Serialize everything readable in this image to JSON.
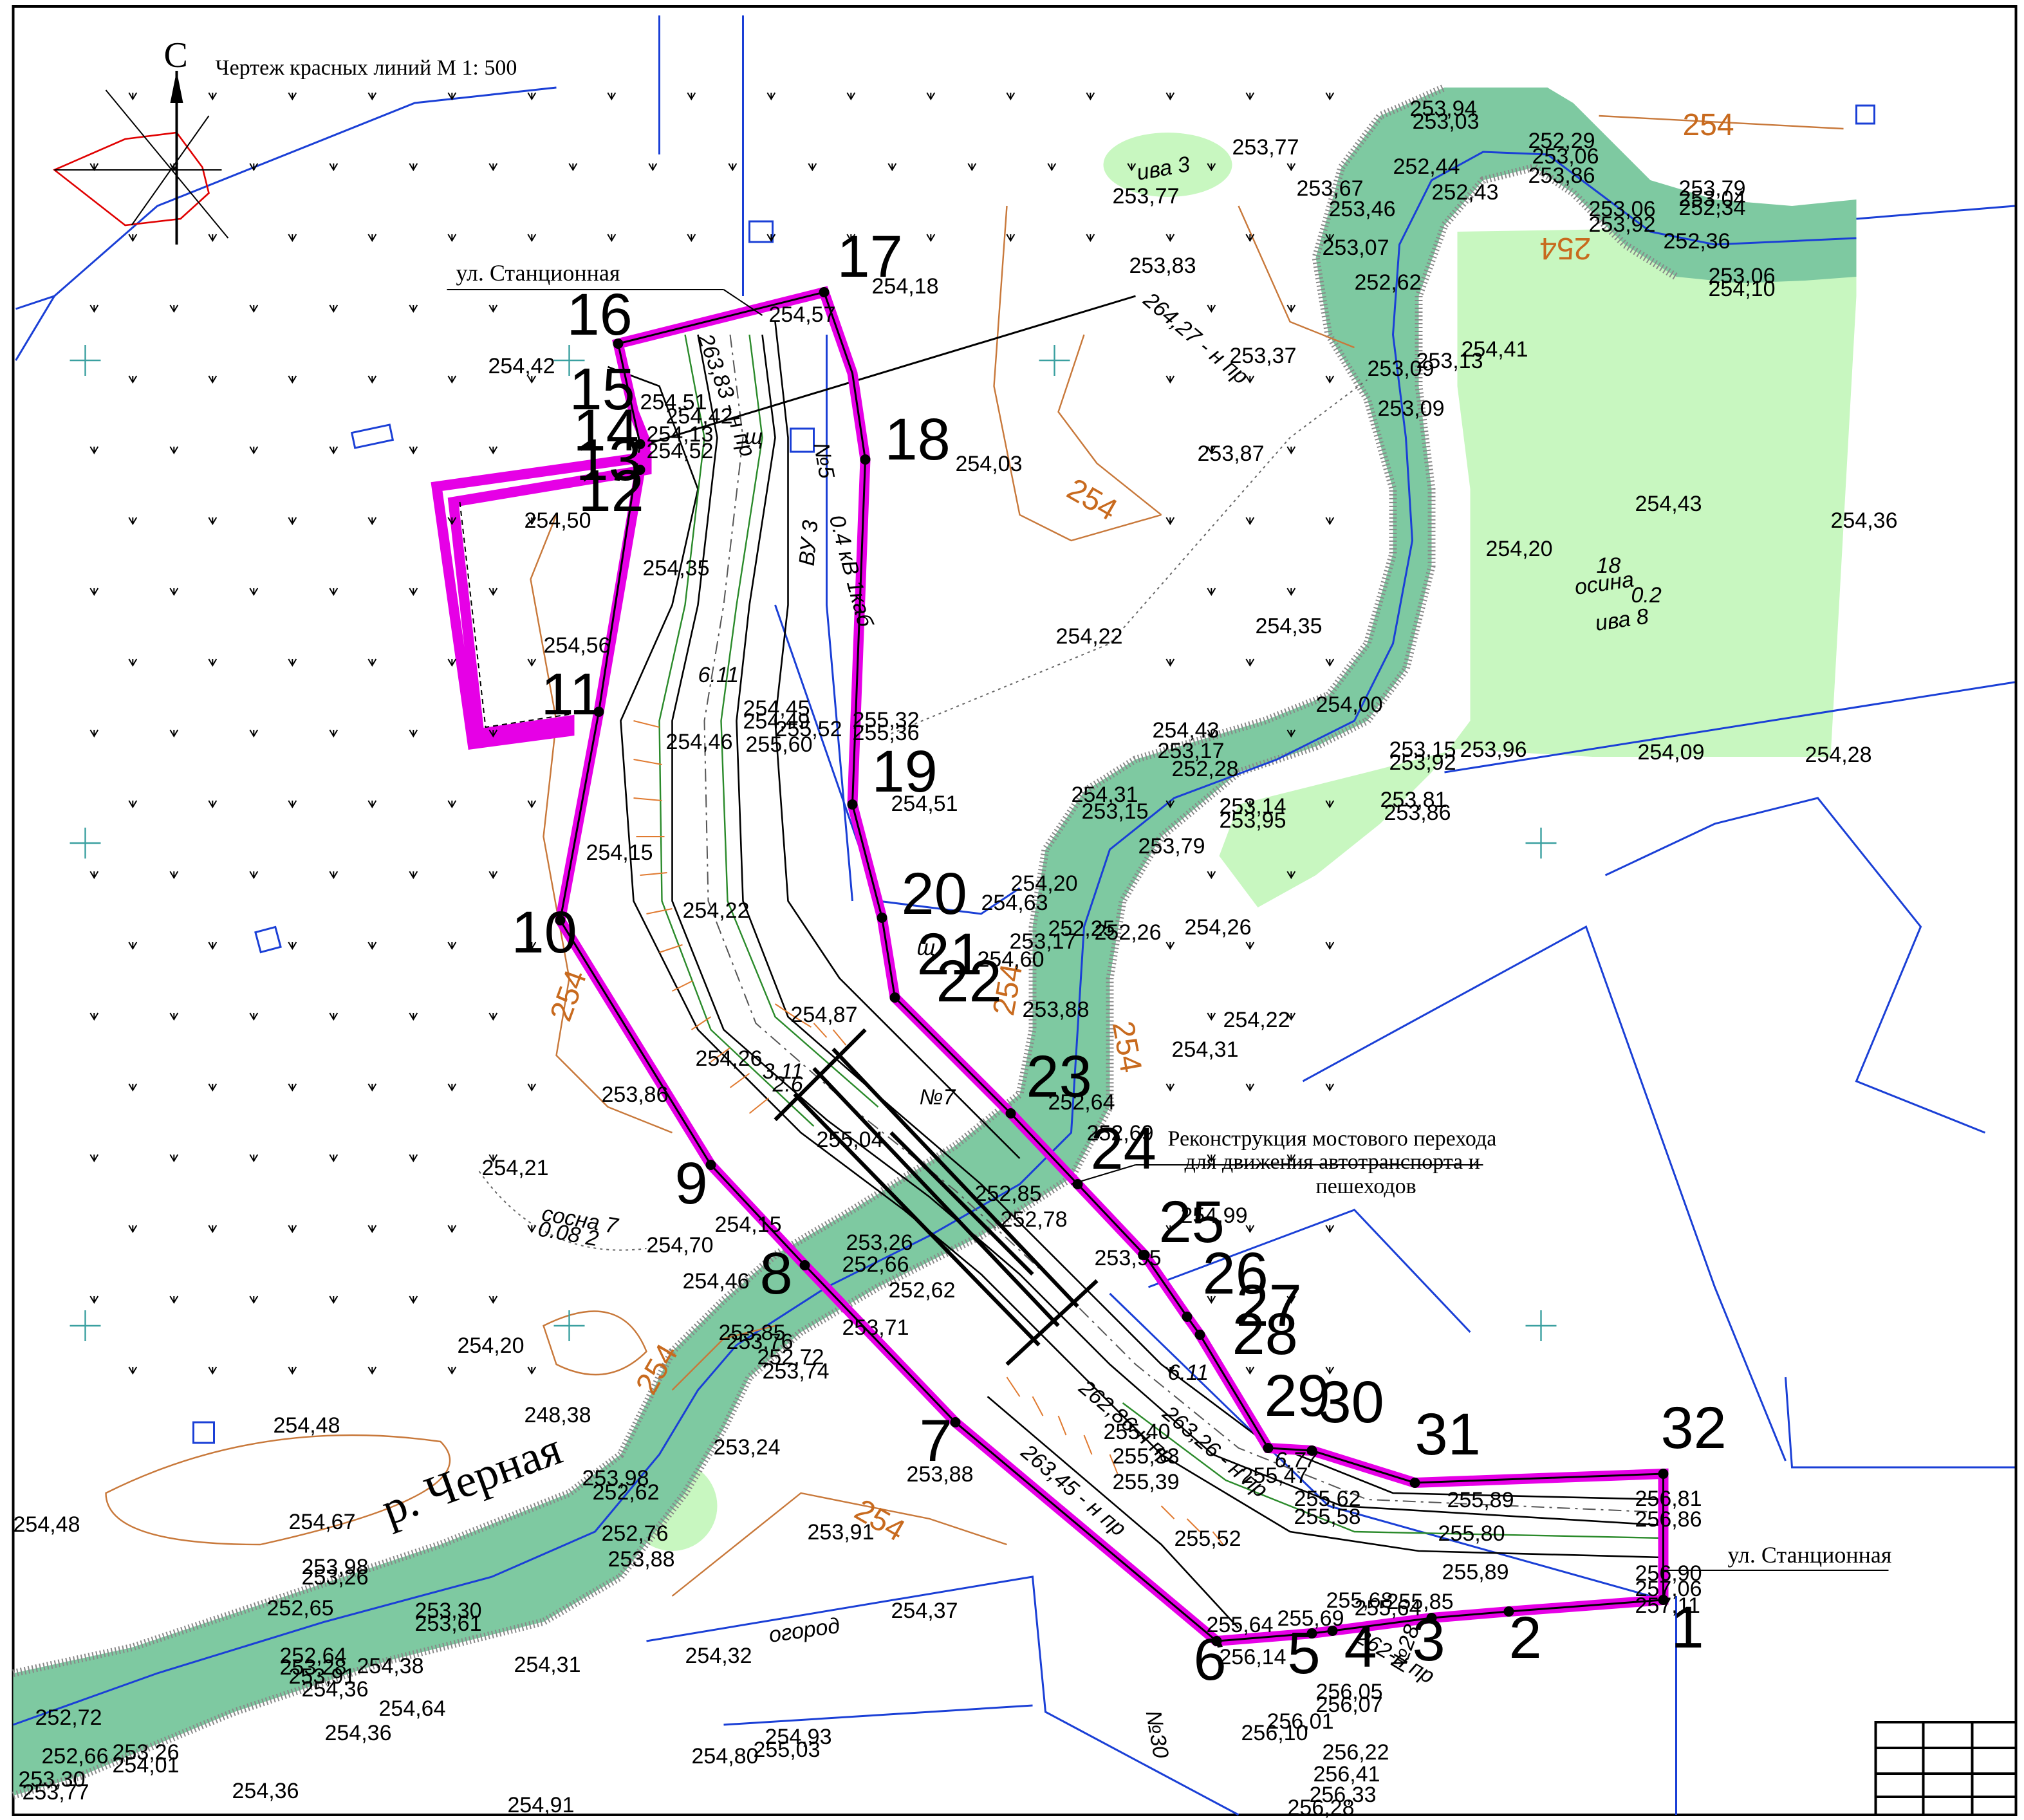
{
  "title": "Чертеж красных линий М 1: 500",
  "north_letter": "С",
  "colors": {
    "red_line": "#e600e6",
    "river": "#7ec9a1",
    "meadow": "#c8f7c0",
    "contour": "#c8783a",
    "blue_line": "#1a3fd6",
    "black": "#000000",
    "red_compass": "#e00000"
  },
  "labels": {
    "street_top": "ул. Станционная",
    "street_right": "ул. Станционная",
    "river": "р. Черная",
    "bridge_line1": "Реконструкция мостового перехода",
    "bridge_line2": "для движения автотранспорта и",
    "bridge_line3": "пешеходов",
    "ogorod": "огород",
    "osina": "осина",
    "iva_top": "ива 3",
    "iva_right": "ива 8",
    "osina_num": "18",
    "osina_num2": "0.2",
    "sosna": "сосна  7",
    "sosna_num": "0.08   2",
    "vu": "ВУ 3",
    "cable": "0.4 кВ 1каб",
    "well5": "№5",
    "well7": "№7",
    "well28": "№28",
    "well30": "№30",
    "sch": "щ",
    "n1": "263,83 - н пр",
    "n2": "264,27 - н пр",
    "n3": "262,86-н пр",
    "n4": "263,45 - н пр",
    "n5": "263,26 - н пр",
    "n6": "262-н пр",
    "n7": "6.11",
    "n8": "3.11",
    "n9": "2.6",
    "n10": "6.11",
    "n11": "6.77"
  },
  "points": [
    "1",
    "2",
    "3",
    "4",
    "5",
    "6",
    "7",
    "8",
    "9",
    "10",
    "11",
    "12",
    "13",
    "14",
    "15",
    "16",
    "17",
    "18",
    "19",
    "20",
    "21",
    "22",
    "23",
    "24",
    "25",
    "26",
    "27",
    "28",
    "29",
    "30",
    "31",
    "32"
  ],
  "elevations": [
    "253,94",
    "253,03",
    "252,29",
    "253,06",
    "253,86",
    "252,44",
    "252,43",
    "253,67",
    "253,46",
    "253,07",
    "252,62",
    "253,06",
    "253,92",
    "252,34",
    "253,79",
    "253,04",
    "252,36",
    "253,06",
    "254,10",
    "253,77",
    "253,77",
    "253,83",
    "254,18",
    "254,57",
    "254,42",
    "254,42",
    "254,51",
    "254,52",
    "254,13",
    "254,50",
    "254,35",
    "254,56",
    "254,03",
    "253,87",
    "253,37",
    "254,41",
    "253,09",
    "253,09",
    "253,13",
    "254,43",
    "254,36",
    "254,22",
    "254,35",
    "254,20",
    "254,49",
    "254,45",
    "255,52",
    "255,60",
    "254,46",
    "255,32",
    "255,36",
    "254,51",
    "254,43",
    "253,17",
    "252,28",
    "254,00",
    "253,15",
    "253,92",
    "253,96",
    "254,09",
    "254,28",
    "254,31",
    "253,15",
    "253,14",
    "253,95",
    "253,79",
    "253,81",
    "253,86",
    "254,20",
    "254,63",
    "254,60",
    "252,25",
    "253,17",
    "252,26",
    "254,26",
    "253,88",
    "254,22",
    "254,31",
    "254,87",
    "254,26",
    "253,86",
    "254,15",
    "254,22",
    "252,64",
    "252,69",
    "254,99",
    "253,95",
    "255,04",
    "252,85",
    "252,78",
    "252,66",
    "253,26",
    "252,62",
    "253,85",
    "253,76",
    "252,72",
    "253,74",
    "253,71",
    "254,46",
    "254,70",
    "254,21",
    "254,20",
    "248,38",
    "254,48",
    "254,67",
    "253,98",
    "252,62",
    "252,76",
    "253,88",
    "253,91",
    "254,37",
    "253,24",
    "253,88",
    "255,40",
    "255,33",
    "255,39",
    "255,52",
    "255,47",
    "255,62",
    "255,58",
    "255,80",
    "255,89",
    "255,89",
    "256,81",
    "256,86",
    "256,90",
    "257,06",
    "257,11",
    "255,64",
    "256,14",
    "255,69",
    "255,68",
    "255,64",
    "255,85",
    "256,05",
    "256,07",
    "256,01",
    "256,10",
    "256,22",
    "256,41",
    "256,33",
    "256,28",
    "254,32",
    "254,31",
    "254,80",
    "255,03",
    "254,93",
    "254,36",
    "254,64",
    "254,36",
    "254,38",
    "253,91",
    "253,28",
    "252,64",
    "252,65",
    "253,98",
    "253,26",
    "253,30",
    "253,61",
    "252,72",
    "252,66",
    "253,26",
    "254,01",
    "253,30",
    "253,77",
    "254,36",
    "254,91",
    "254,15",
    "254,48"
  ],
  "contour_values": [
    "254",
    "254",
    "254",
    "254",
    "254",
    "254",
    "254",
    "254"
  ]
}
